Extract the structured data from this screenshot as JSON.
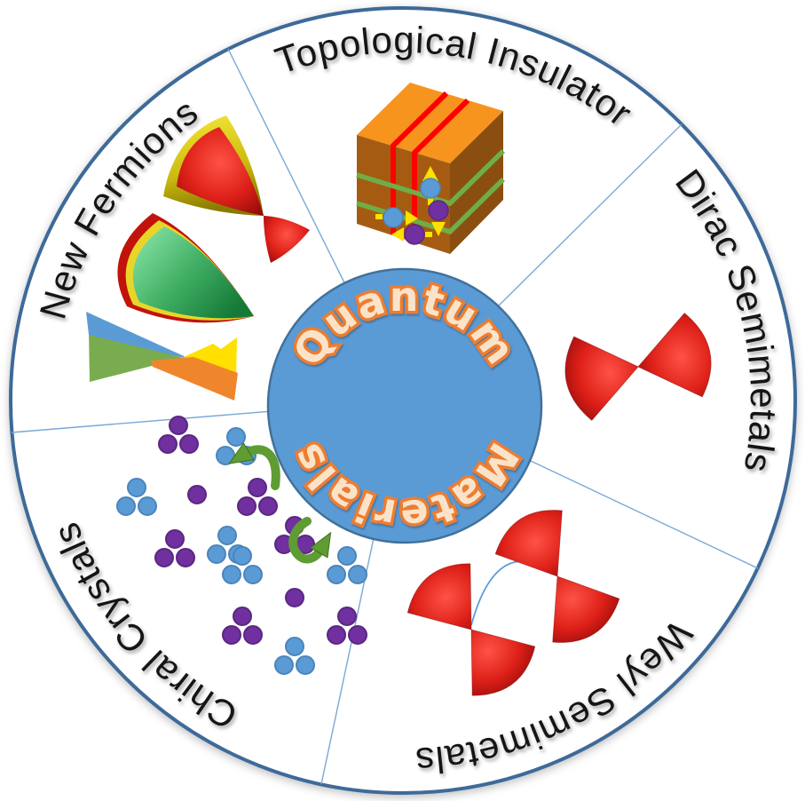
{
  "diagram": {
    "title": "Quantum Materials wheel diagram",
    "center": {
      "word_top": "Quantum",
      "word_bottom": "Materials"
    },
    "sectors": [
      {
        "id": "topological-insulator",
        "label": "Topological Insulator",
        "icon": "topological-insulator-cube-icon"
      },
      {
        "id": "dirac-semimetals",
        "label": "Dirac Semimetals",
        "icon": "dirac-cone-icon"
      },
      {
        "id": "weyl-semimetals",
        "label": "Weyl Semimetals",
        "icon": "weyl-cone-pair-icon"
      },
      {
        "id": "chiral-crystals",
        "label": "Chiral Crystals",
        "icon": "chiral-atom-clusters-icon"
      },
      {
        "id": "new-fermions",
        "label": "New Fermions",
        "icon": "multifold-fermion-cones-icon"
      }
    ],
    "colors": {
      "hub_fill": "#5B9BD5",
      "hub_border": "#41719C",
      "outer_ring": "#3E6A99",
      "divider": "#79A8D8",
      "label_text": "#151515",
      "center_text_fill": "#FBE3C9",
      "center_text_outline": "#ED7D31",
      "cone_red": "#D92018",
      "cube_top_orange": "#F7941D",
      "cube_front_brown": "#A55C12",
      "cube_side_brown": "#8A4F10",
      "surface_green": "#70AD47",
      "atom_purple": "#7030A0",
      "atom_blue": "#5B9BD5",
      "spin_yellow": "#FFE000",
      "fermi_arc_blue": "#5B9BD5"
    }
  }
}
